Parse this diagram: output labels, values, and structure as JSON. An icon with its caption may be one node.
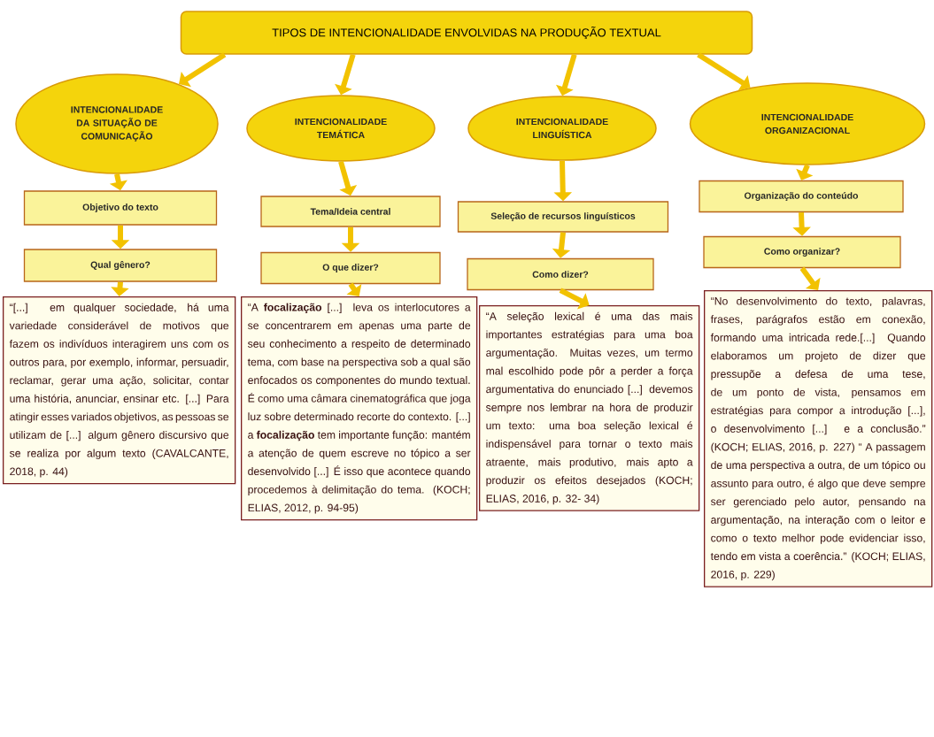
{
  "diagram": {
    "nodes": [
      {
        "text": [
          "TIPOS DE INTENCIONALIDADE ENVOLVIDAS NA PRODUÇÃO TEXTUAL"
        ]
      },
      {
        "text": [
          "INTENCIONALIDADE DA SITUAÇÃO DE COMUNICAÇÃO"
        ]
      },
      {
        "text": [
          "INTENCIONALIDADE TEMÁTICA"
        ]
      },
      {
        "text": [
          "INTENCIONALIDADE LINGUÍSTICA"
        ]
      },
      {
        "text": [
          "INTENCIONALIDADE ORGANIZACIONAL"
        ]
      },
      {
        "text": [
          "Objetivo do texto"
        ]
      },
      {
        "text": [
          "Tema/Ideia central"
        ]
      },
      {
        "text": [
          "Seleção de recursos linguísticos"
        ]
      },
      {
        "text": [
          "Organização do conteúdo"
        ]
      },
      {
        "text": [
          "Qual gênero?"
        ]
      },
      {
        "text": [
          "O que dizer?"
        ]
      },
      {
        "text": [
          "Como dizer?"
        ]
      },
      {
        "text": [
          "Como organizar?"
        ]
      },
      {
        "text": [
          "“[...] em qualquer sociedade, há uma variedade considerável de motivos que fazem os indivíduos interagirem uns com os outros para, por exemplo, informar, persuadir, reclamar, gerar uma ação, solicitar, contar uma história, anunciar, ensinar etc. [...] Para atingir esses variados objetivos, as pessoas se utilizam de [...] algum gênero discursivo que se realiza por algum texto (CAVALCANTE, 2018, p. 44)"
        ]
      },
      {
        "text": [
          "“A **focalização** [...] leva os interlocutores a se concentrarem em apenas uma parte de seu conhecimento a respeito de determinado tema, com base na perspectiva sob a qual são enfocados os componentes do mundo textual. É como uma câmara cinematográfica que joga luz sobre determinado recorte do contexto. [...] a **focalização** tem importante função: mantém a atenção de quem escreve no tópico a ser desenvolvido [...] É isso que acontece quando procedemos à delimitação do tema. (KOCH; ELIAS, 2012, p. 94-95)"
        ]
      },
      {
        "text": [
          "“A seleção lexical é uma das mais importantes estratégias para uma boa argumentação. Muitas vezes, um termo mal escolhido pode pôr a perder a força argumentativa do enunciado [...] devemos sempre nos lembrar na hora de produzir um texto: uma boa seleção lexical é indispensável para tornar o texto mais atraente, mais produtivo, mais apto a produzir os efeitos desejados (KOCH; ELIAS, 2016, p. 32- 34)"
        ]
      },
      {
        "text": [
          "“No desenvolvimento do texto, palavras, frases, parágrafos estão em conexão, formando uma intricada rede.[...] Quando elaboramos um projeto de dizer que pressupõe a defesa de uma tese, de um ponto de vista, pensamos em estratégias para compor a introdução [...], o desenvolvimento [...] e a conclusão.” (KOCH; ELIAS, 2016, p. 227) “ A passagem de uma perspectiva a outra, de um tópico ou assunto para outro, é algo que deve sempre ser gerenciado pelo autor, pensando na argumentação, na interação com o leitor e como o texto melhor pode evidenciar isso, tendo em vista a coerência.” (KOCH; ELIAS, 2016, p. 229)"
        ]
      }
    ],
    "edges": [
      {
        "from": 0,
        "to": 1,
        "arrow": "to"
      },
      {
        "from": 0,
        "to": 2,
        "arrow": "to"
      },
      {
        "from": 0,
        "to": 3,
        "arrow": "to"
      },
      {
        "from": 0,
        "to": 4,
        "arrow": "to"
      },
      {
        "from": 1,
        "to": 5,
        "arrow": "to"
      },
      {
        "from": 2,
        "to": 6,
        "arrow": "to"
      },
      {
        "from": 3,
        "to": 7,
        "arrow": "to"
      },
      {
        "from": 4,
        "to": 8,
        "arrow": "to"
      },
      {
        "from": 5,
        "to": 9,
        "arrow": "to"
      },
      {
        "from": 6,
        "to": 10,
        "arrow": "to"
      },
      {
        "from": 7,
        "to": 11,
        "arrow": "to"
      },
      {
        "from": 8,
        "to": 12,
        "arrow": "to"
      },
      {
        "from": 9,
        "to": 13,
        "arrow": "to"
      },
      {
        "from": 10,
        "to": 14,
        "arrow": "to"
      },
      {
        "from": 11,
        "to": 15,
        "arrow": "to"
      },
      {
        "from": 12,
        "to": 16,
        "arrow": "to"
      }
    ]
  }
}
